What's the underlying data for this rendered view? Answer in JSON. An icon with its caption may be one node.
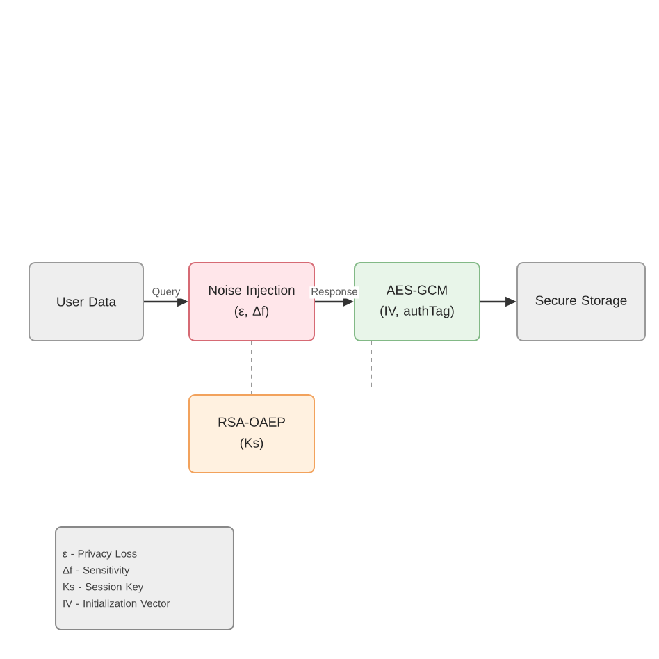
{
  "diagram": {
    "nodes": [
      {
        "text": [
          "User Data"
        ]
      },
      {
        "text": [
          "Noise Injection",
          "(ε, Δf)"
        ]
      },
      {
        "text": [
          "AES-GCM",
          "(IV, authTag)"
        ]
      },
      {
        "text": [
          "Secure Storage"
        ]
      },
      {
        "text": [
          "RSA-OAEP",
          "(Ks)"
        ]
      },
      {
        "text": [
          "ε - Privacy Loss",
          "Δf - Sensitivity",
          "Ks - Session Key",
          "IV - Initialization Vector"
        ]
      }
    ],
    "edges": [
      {
        "from": 0,
        "to": 1,
        "arrow": "to",
        "label": "Query"
      },
      {
        "from": 1,
        "to": 2,
        "arrow": "to",
        "label": "Response"
      },
      {
        "from": 2,
        "to": 3,
        "arrow": "to"
      },
      {
        "from": 1,
        "to": 4,
        "arrow": "none",
        "style": "dashed",
        "color": "#999999"
      },
      {
        "from": 2,
        "to": null,
        "arrow": "none",
        "style": "dashed",
        "color": "#999999"
      }
    ]
  }
}
